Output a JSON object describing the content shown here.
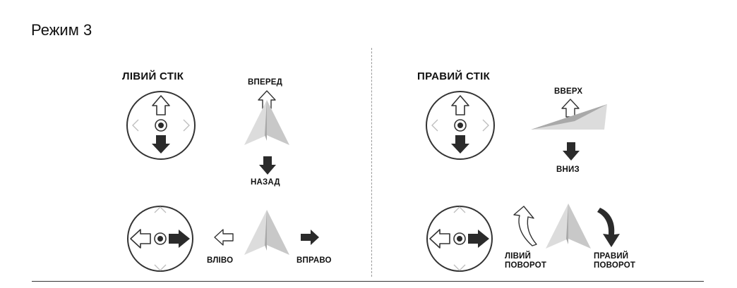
{
  "mode_title": "Режим 3",
  "left_stick": {
    "title": "ЛІВИЙ СТІК",
    "forward": "ВПЕРЕД",
    "backward": "НАЗАД",
    "left": "ВЛІВО",
    "right": "ВПРАВО"
  },
  "right_stick": {
    "title": "ПРАВИЙ СТІК",
    "up": "ВВЕРХ",
    "down": "ВНИЗ",
    "turn_left_line1": "ЛІВИЙ",
    "turn_left_line2": "ПОВОРОТ",
    "turn_right_line1": "ПРАВИЙ",
    "turn_right_line2": "ПОВОРОТ"
  },
  "colors": {
    "arrow_dark": "#2b2b2b",
    "outline": "#333333",
    "plane_light": "#d9d9d9",
    "plane_dark": "#a9a9a9",
    "faint": "#bdbdbd"
  }
}
